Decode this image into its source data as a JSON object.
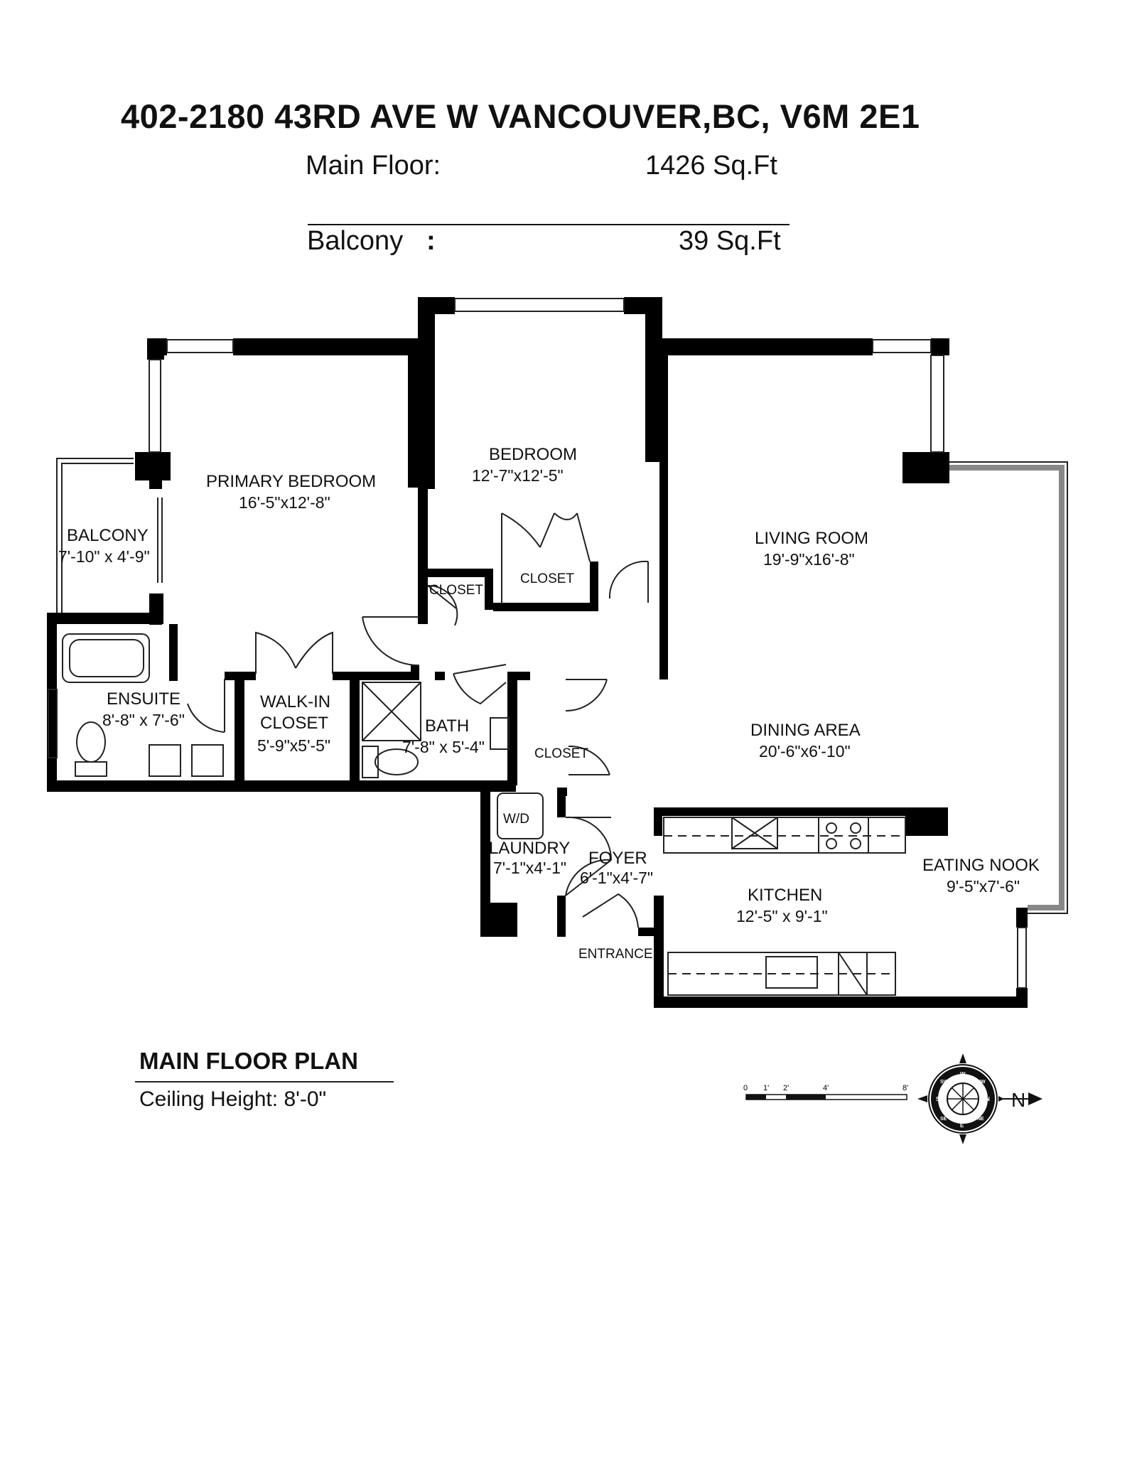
{
  "header": {
    "address": "402-2180 43RD AVE W VANCOUVER,BC, V6M 2E1",
    "main_floor_label": "Main Floor:",
    "main_floor_area": "1426 Sq.Ft",
    "balcony_label": "Balcony",
    "balcony_colon": ":",
    "balcony_area": "39 Sq.Ft"
  },
  "rooms": {
    "primary_bedroom": {
      "name": "PRIMARY BEDROOM",
      "dim": "16'-5\"x12'-8\""
    },
    "bedroom": {
      "name": "BEDROOM",
      "dim": "12'-7\"x12'-5\""
    },
    "balcony": {
      "name": "BALCONY",
      "dim": "7'-10\" x 4'-9\""
    },
    "living_room": {
      "name": "LIVING ROOM",
      "dim": "19'-9\"x16'-8\""
    },
    "ensuite": {
      "name": "ENSUITE",
      "dim": "8'-8\" x 7'-6\""
    },
    "walk_in_closet": {
      "name1": "WALK-IN",
      "name2": "CLOSET",
      "dim": "5'-9\"x5'-5\""
    },
    "bath": {
      "name": "BATH",
      "dim": "7'-8\" x 5'-4\""
    },
    "dining_area": {
      "name": "DINING AREA",
      "dim": "20'-6\"x6'-10\""
    },
    "laundry": {
      "name": "LAUNDRY",
      "dim": "7'-1\"x4'-1\""
    },
    "foyer": {
      "name": "FOYER",
      "dim": "6'-1\"x4'-7\""
    },
    "kitchen": {
      "name": "KITCHEN",
      "dim": "12'-5\" x 9'-1\""
    },
    "eating_nook": {
      "name": "EATING NOOK",
      "dim": "9'-5\"x7'-6\""
    }
  },
  "labels": {
    "closet": "CLOSET",
    "wd": "W/D",
    "entrance": "ENTRANCE"
  },
  "footer": {
    "plan_title": "MAIN FLOOR PLAN",
    "ceiling": "Ceiling Height: 8'-0\""
  },
  "scale_bar": {
    "ticks": [
      "0",
      "1'",
      "2'",
      "4'",
      "8'"
    ]
  },
  "compass": {
    "north": "N",
    "ring_letters": [
      "W",
      "NW",
      "N",
      "NE",
      "E",
      "SE",
      "S",
      "SW"
    ]
  },
  "colors": {
    "wall": "#000000",
    "balcony_rail": "#8c8c8c"
  }
}
